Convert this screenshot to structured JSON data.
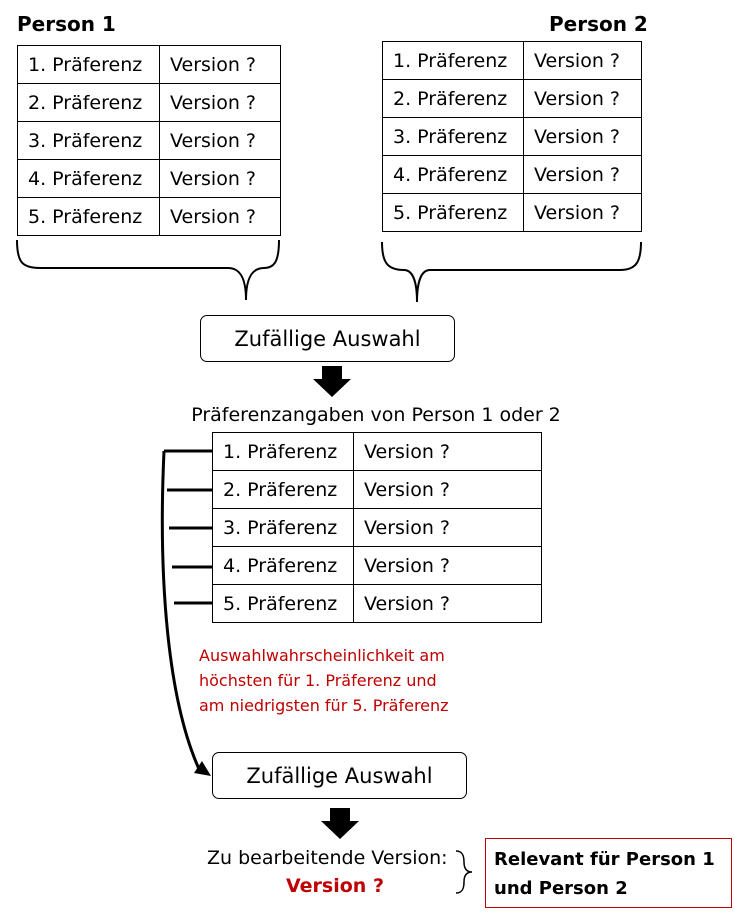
{
  "person1": {
    "title": "Person 1",
    "rows": [
      {
        "pref": "1. Präferenz",
        "version": "Version ?"
      },
      {
        "pref": "2. Präferenz",
        "version": "Version ?"
      },
      {
        "pref": "3. Präferenz",
        "version": "Version ?"
      },
      {
        "pref": "4. Präferenz",
        "version": "Version ?"
      },
      {
        "pref": "5. Präferenz",
        "version": "Version ?"
      }
    ]
  },
  "person2": {
    "title": "Person 2",
    "rows": [
      {
        "pref": "1. Präferenz",
        "version": "Version ?"
      },
      {
        "pref": "2. Präferenz",
        "version": "Version ?"
      },
      {
        "pref": "3. Präferenz",
        "version": "Version ?"
      },
      {
        "pref": "4. Präferenz",
        "version": "Version ?"
      },
      {
        "pref": "5. Präferenz",
        "version": "Version ?"
      }
    ]
  },
  "step1": {
    "label": "Zufällige Auswahl"
  },
  "selected": {
    "caption": "Präferenzangaben von Person 1 oder 2",
    "rows": [
      {
        "pref": "1. Präferenz",
        "version": "Version ?"
      },
      {
        "pref": "2. Präferenz",
        "version": "Version ?"
      },
      {
        "pref": "3. Präferenz",
        "version": "Version ?"
      },
      {
        "pref": "4. Präferenz",
        "version": "Version ?"
      },
      {
        "pref": "5. Präferenz",
        "version": "Version ?"
      }
    ]
  },
  "probability_note": {
    "lines": [
      "Auswahlwahrscheinlichkeit am",
      "höchsten für 1. Präferenz und",
      "am niedrigsten für 5. Präferenz"
    ],
    "color": "#c00000"
  },
  "step2": {
    "label": "Zufällige Auswahl"
  },
  "result": {
    "label": "Zu bearbeitende Version:",
    "value": "Version ?",
    "relevant_lines": [
      "Relevant für Person 1",
      "und Person 2"
    ]
  }
}
